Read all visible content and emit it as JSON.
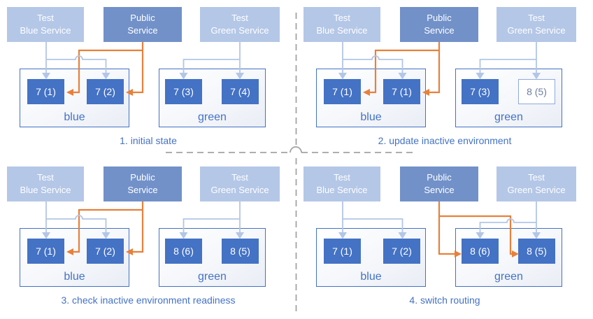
{
  "colors": {
    "accent_blue": "#4472c4",
    "node_blue": "#4472c4",
    "service_light": "#b4c7e7",
    "service_public": "#7291c9",
    "arrow_light": "#b3c6e7",
    "arrow_orange": "#e8803a",
    "divider_gray": "#a3a3a3",
    "outline_node_border": "#8faadc",
    "outline_node_text": "#6d7ca3"
  },
  "panels": [
    {
      "caption": "1. initial state",
      "public_routes_to": "blue",
      "services": {
        "test_blue": {
          "lines": [
            "Test",
            "Blue Service"
          ]
        },
        "public": {
          "lines": [
            "Public",
            "Service"
          ]
        },
        "test_green": {
          "lines": [
            "Test",
            "Green Service"
          ]
        }
      },
      "environments": {
        "blue": {
          "label": "blue",
          "nodes": [
            {
              "text": "7 (1)",
              "variant": "solid"
            },
            {
              "text": "7 (2)",
              "variant": "solid"
            }
          ]
        },
        "green": {
          "label": "green",
          "nodes": [
            {
              "text": "7 (3)",
              "variant": "solid"
            },
            {
              "text": "7 (4)",
              "variant": "solid"
            }
          ]
        }
      }
    },
    {
      "caption": "2. update inactive environment",
      "public_routes_to": "blue",
      "services": {
        "test_blue": {
          "lines": [
            "Test",
            "Blue Service"
          ]
        },
        "public": {
          "lines": [
            "Public",
            "Service"
          ]
        },
        "test_green": {
          "lines": [
            "Test",
            "Green Service"
          ]
        }
      },
      "environments": {
        "blue": {
          "label": "blue",
          "nodes": [
            {
              "text": "7 (1)",
              "variant": "solid"
            },
            {
              "text": "7 (1)",
              "variant": "solid"
            }
          ]
        },
        "green": {
          "label": "green",
          "nodes": [
            {
              "text": "7 (3)",
              "variant": "solid"
            },
            {
              "text": "8 (5)",
              "variant": "outline"
            }
          ]
        }
      }
    },
    {
      "caption": "3. check inactive environment readiness",
      "public_routes_to": "blue",
      "services": {
        "test_blue": {
          "lines": [
            "Test",
            "Blue Service"
          ]
        },
        "public": {
          "lines": [
            "Public",
            "Service"
          ]
        },
        "test_green": {
          "lines": [
            "Test",
            "Green Service"
          ]
        }
      },
      "environments": {
        "blue": {
          "label": "blue",
          "nodes": [
            {
              "text": "7 (1)",
              "variant": "solid"
            },
            {
              "text": "7 (2)",
              "variant": "solid"
            }
          ]
        },
        "green": {
          "label": "green",
          "nodes": [
            {
              "text": "8 (6)",
              "variant": "solid"
            },
            {
              "text": "8 (5)",
              "variant": "solid"
            }
          ]
        }
      }
    },
    {
      "caption": "4. switch routing",
      "public_routes_to": "green",
      "services": {
        "test_blue": {
          "lines": [
            "Test",
            "Blue Service"
          ]
        },
        "public": {
          "lines": [
            "Public",
            "Service"
          ]
        },
        "test_green": {
          "lines": [
            "Test",
            "Green Service"
          ]
        }
      },
      "environments": {
        "blue": {
          "label": "blue",
          "nodes": [
            {
              "text": "7 (1)",
              "variant": "solid"
            },
            {
              "text": "7 (2)",
              "variant": "solid"
            }
          ]
        },
        "green": {
          "label": "green",
          "nodes": [
            {
              "text": "8 (6)",
              "variant": "solid"
            },
            {
              "text": "8 (5)",
              "variant": "solid"
            }
          ]
        }
      }
    }
  ]
}
